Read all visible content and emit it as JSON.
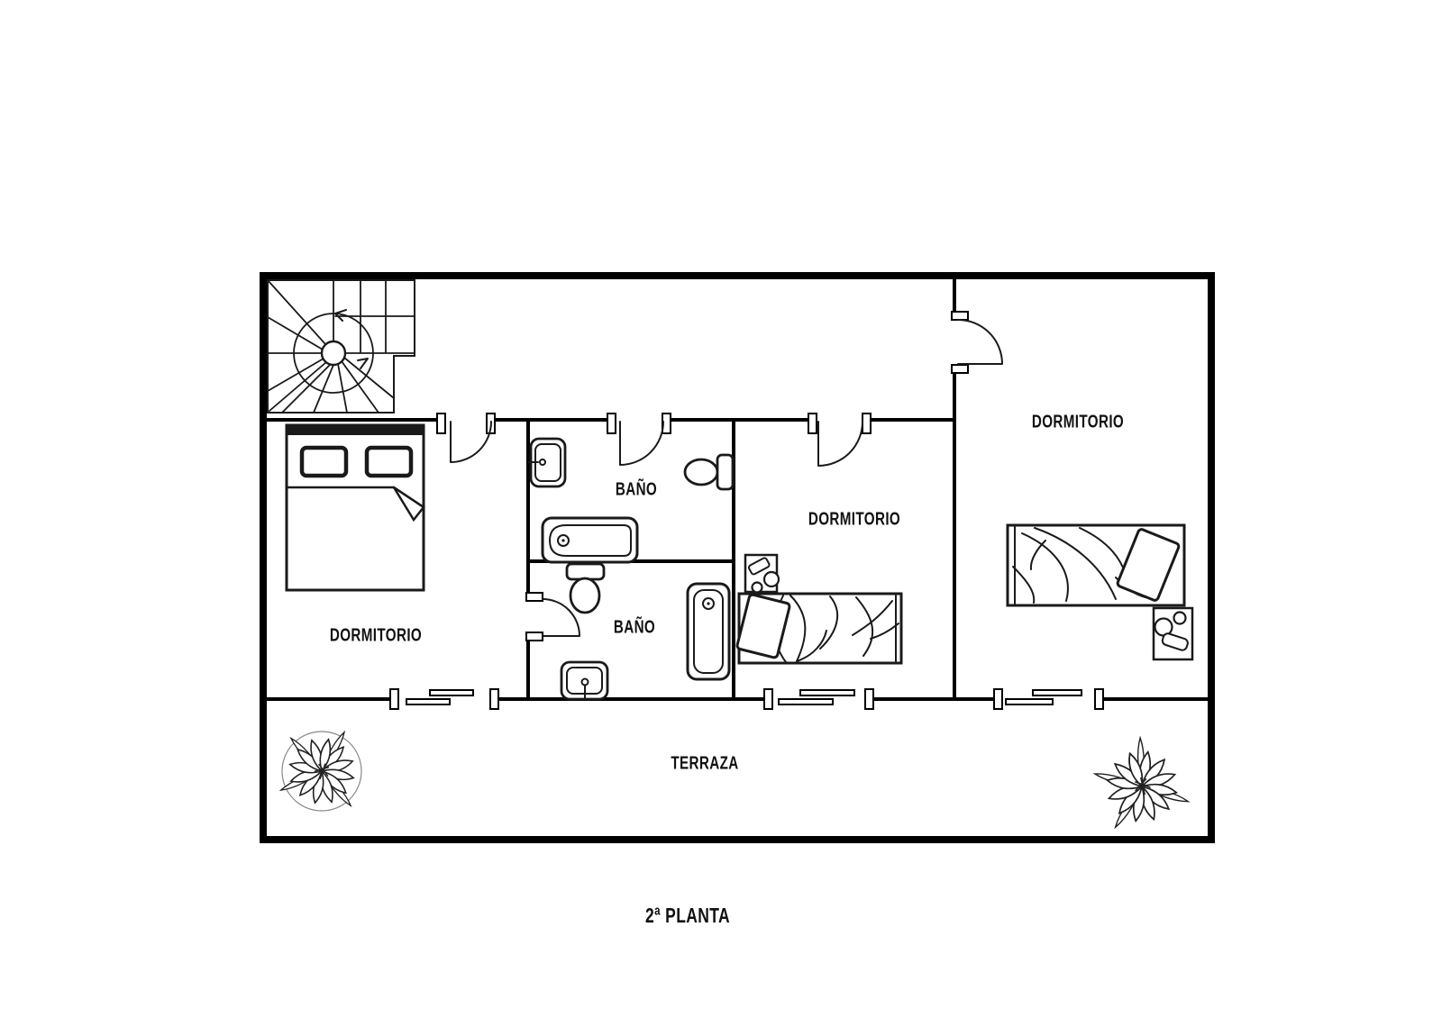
{
  "title": "2ª PLANTA",
  "labels": {
    "bedroom_left": "DORMITORIO",
    "bath_top": "BAÑO",
    "bath_bottom": "BAÑO",
    "bedroom_middle": "DORMITORIO",
    "bedroom_right": "DORMITORIO",
    "terrace": "TERRAZA"
  },
  "colors": {
    "wall": "#000000",
    "fixture_line": "#1a1a1a",
    "background": "#ffffff",
    "text": "#111111"
  },
  "fixtures": [
    "spiral-staircase-icon",
    "double-bed-icon",
    "single-bed-icon",
    "single-bed-icon",
    "bathtub-icon",
    "bathtub-icon",
    "sink-icon",
    "sink-icon",
    "toilet-icon",
    "toilet-icon",
    "nightstand-icon",
    "nightstand-icon",
    "hinged-door-icon",
    "sliding-door-icon",
    "plant-icon",
    "plant-icon"
  ]
}
